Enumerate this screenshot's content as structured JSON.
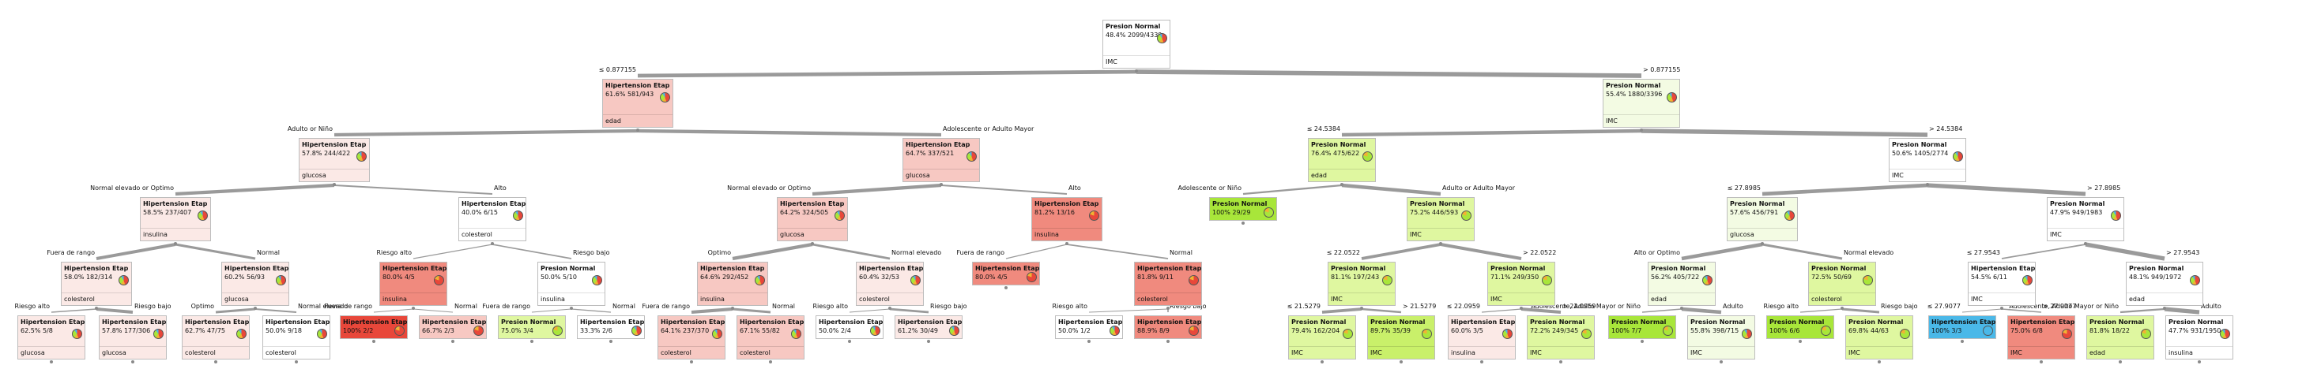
{
  "colors": {
    "pn_light": "#f3fbe3",
    "pn_mid": "#dff7a0",
    "pn_strong": "#c9f06a",
    "pn_full": "#a8e63a",
    "he_light": "#fbe9e6",
    "he_mid": "#f7c8c2",
    "he_strong": "#f08a7e",
    "he_full": "#e8473a",
    "blue": "#4ab8e8",
    "edge": "#9a9a9a"
  },
  "nodes": [
    {
      "id": "n0",
      "title": "Presion Normal",
      "stats": "48.4% 2099/4339",
      "var": "IMC",
      "color": "white",
      "pie": "mix"
    },
    {
      "id": "n1",
      "title": "Hipertension Etap",
      "stats": "61.6% 581/943",
      "var": "edad",
      "color": "he_mid",
      "pie": "mix",
      "parent": "n0",
      "edge": "≤ 0.877155"
    },
    {
      "id": "n2",
      "title": "Presion Normal",
      "stats": "55.4% 1880/3396",
      "var": "IMC",
      "color": "pn_light",
      "pie": "mix",
      "parent": "n0",
      "edge": "> 0.877155"
    },
    {
      "id": "n3",
      "title": "Hipertension Etap",
      "stats": "57.8% 244/422",
      "var": "glucosa",
      "color": "he_light",
      "pie": "mix",
      "parent": "n1",
      "edge": "Adulto or Niño"
    },
    {
      "id": "n4",
      "title": "Hipertension Etap",
      "stats": "64.7% 337/521",
      "var": "glucosa",
      "color": "he_mid",
      "pie": "mix",
      "parent": "n1",
      "edge": "Adolescente or Adulto Mayor"
    },
    {
      "id": "n5",
      "title": "Presion Normal",
      "stats": "76.4% 475/622",
      "var": "edad",
      "color": "pn_mid",
      "pie": "green",
      "parent": "n2",
      "edge": "≤ 24.5384"
    },
    {
      "id": "n6",
      "title": "Presion Normal",
      "stats": "50.6% 1405/2774",
      "var": "IMC",
      "color": "white",
      "pie": "mix",
      "parent": "n2",
      "edge": "> 24.5384"
    },
    {
      "id": "n7",
      "title": "Hipertension Etap",
      "stats": "58.5% 237/407",
      "var": "insulina",
      "color": "he_light",
      "pie": "mix",
      "parent": "n3",
      "edge": "Normal elevado or Optimo"
    },
    {
      "id": "n8",
      "title": "Hipertension Etap",
      "stats": "40.0% 6/15",
      "var": "colesterol",
      "color": "white",
      "pie": "mix",
      "parent": "n3",
      "edge": "Alto"
    },
    {
      "id": "n9",
      "title": "Hipertension Etap",
      "stats": "64.2% 324/505",
      "var": "glucosa",
      "color": "he_mid",
      "pie": "mix",
      "parent": "n4",
      "edge": "Normal elevado or Optimo"
    },
    {
      "id": "n10",
      "title": "Hipertension Etap",
      "stats": "81.2% 13/16",
      "var": "insulina",
      "color": "he_strong",
      "pie": "red",
      "parent": "n4",
      "edge": "Alto"
    },
    {
      "id": "n11",
      "title": "Presion Normal",
      "stats": "100% 29/29",
      "var": "",
      "color": "pn_full",
      "pie": "green",
      "parent": "n5",
      "edge": "Adolescente or Niño"
    },
    {
      "id": "n12",
      "title": "Presion Normal",
      "stats": "75.2% 446/593",
      "var": "IMC",
      "color": "pn_mid",
      "pie": "green",
      "parent": "n5",
      "edge": "Adulto or Adulto Mayor"
    },
    {
      "id": "n13",
      "title": "Presion Normal",
      "stats": "57.6% 456/791",
      "var": "glucosa",
      "color": "pn_light",
      "pie": "mix",
      "parent": "n6",
      "edge": "≤ 27.8985"
    },
    {
      "id": "n14",
      "title": "Presion Normal",
      "stats": "47.9% 949/1983",
      "var": "IMC",
      "color": "white",
      "pie": "mix",
      "parent": "n6",
      "edge": "> 27.8985"
    },
    {
      "id": "n15",
      "title": "Hipertension Etap",
      "stats": "58.0% 182/314",
      "var": "colesterol",
      "color": "he_light",
      "pie": "mix",
      "parent": "n7",
      "edge": "Fuera de rango"
    },
    {
      "id": "n16",
      "title": "Hipertension Etap",
      "stats": "60.2% 56/93",
      "var": "glucosa",
      "color": "he_light",
      "pie": "mix",
      "parent": "n7",
      "edge": "Normal"
    },
    {
      "id": "n17",
      "title": "Hipertension Etap",
      "stats": "80.0% 4/5",
      "var": "insulina",
      "color": "he_strong",
      "pie": "red",
      "parent": "n8",
      "edge": "Riesgo alto"
    },
    {
      "id": "n18",
      "title": "Presion Normal",
      "stats": "50.0% 5/10",
      "var": "insulina",
      "color": "white",
      "pie": "mix",
      "parent": "n8",
      "edge": "Riesgo bajo"
    },
    {
      "id": "n19",
      "title": "Hipertension Etap",
      "stats": "64.6% 292/452",
      "var": "insulina",
      "color": "he_mid",
      "pie": "mix",
      "parent": "n9",
      "edge": "Optimo"
    },
    {
      "id": "n20",
      "title": "Hipertension Etap",
      "stats": "60.4% 32/53",
      "var": "colesterol",
      "color": "he_light",
      "pie": "mix",
      "parent": "n9",
      "edge": "Normal elevado"
    },
    {
      "id": "n21",
      "title": "Hipertension Etap",
      "stats": "80.0% 4/5",
      "var": "",
      "color": "he_strong",
      "pie": "red",
      "parent": "n10",
      "edge": "Fuera de rango"
    },
    {
      "id": "n22",
      "title": "Hipertension Etap",
      "stats": "81.8% 9/11",
      "var": "colesterol",
      "color": "he_strong",
      "pie": "red",
      "parent": "n10",
      "edge": "Normal"
    },
    {
      "id": "n23",
      "title": "Presion Normal",
      "stats": "81.1% 197/243",
      "var": "IMC",
      "color": "pn_mid",
      "pie": "green",
      "parent": "n12",
      "edge": "≤ 22.0522"
    },
    {
      "id": "n24",
      "title": "Presion Normal",
      "stats": "71.1% 249/350",
      "var": "IMC",
      "color": "pn_mid",
      "pie": "green",
      "parent": "n12",
      "edge": "> 22.0522"
    },
    {
      "id": "n25",
      "title": "Presion Normal",
      "stats": "56.2% 405/722",
      "var": "edad",
      "color": "pn_light",
      "pie": "mix",
      "parent": "n13",
      "edge": "Alto or Optimo"
    },
    {
      "id": "n26",
      "title": "Presion Normal",
      "stats": "72.5% 50/69",
      "var": "colesterol",
      "color": "pn_mid",
      "pie": "green",
      "parent": "n13",
      "edge": "Normal elevado"
    },
    {
      "id": "n27",
      "title": "Hipertension Etap",
      "stats": "54.5% 6/11",
      "var": "IMC",
      "color": "white",
      "pie": "mix",
      "parent": "n14",
      "edge": "≤ 27.9543"
    },
    {
      "id": "n28",
      "title": "Presion Normal",
      "stats": "48.1% 949/1972",
      "var": "edad",
      "color": "white",
      "pie": "mix",
      "parent": "n14",
      "edge": "> 27.9543"
    },
    {
      "id": "n29",
      "title": "Hipertension Etap",
      "stats": "62.5% 5/8",
      "var": "glucosa",
      "color": "he_light",
      "pie": "mix",
      "parent": "n15",
      "edge": "Riesgo alto"
    },
    {
      "id": "n30",
      "title": "Hipertension Etap",
      "stats": "57.8% 177/306",
      "var": "glucosa",
      "color": "he_light",
      "pie": "mix",
      "parent": "n15",
      "edge": "Riesgo bajo"
    },
    {
      "id": "n31",
      "title": "Hipertension Etap",
      "stats": "62.7% 47/75",
      "var": "colesterol",
      "color": "he_light",
      "pie": "mix",
      "parent": "n16",
      "edge": "Optimo"
    },
    {
      "id": "n32",
      "title": "Hipertension Etap",
      "stats": "50.0% 9/18",
      "var": "colesterol",
      "color": "white",
      "pie": "mix",
      "parent": "n16",
      "edge": "Normal elevado"
    },
    {
      "id": "n33",
      "title": "Hipertension Etap",
      "stats": "100% 2/2",
      "var": "",
      "color": "he_full",
      "pie": "red",
      "parent": "n17",
      "edge": "Fuera de rango"
    },
    {
      "id": "n34",
      "title": "Hipertension Etap",
      "stats": "66.7% 2/3",
      "var": "",
      "color": "he_mid",
      "pie": "red",
      "parent": "n17",
      "edge": "Normal"
    },
    {
      "id": "n35",
      "title": "Presion Normal",
      "stats": "75.0% 3/4",
      "var": "",
      "color": "pn_mid",
      "pie": "green",
      "parent": "n18",
      "edge": "Fuera de rango"
    },
    {
      "id": "n36",
      "title": "Hipertension Etap",
      "stats": "33.3% 2/6",
      "var": "",
      "color": "white",
      "pie": "mix",
      "parent": "n18",
      "edge": "Normal"
    },
    {
      "id": "n37",
      "title": "Hipertension Etap",
      "stats": "64.1% 237/370",
      "var": "colesterol",
      "color": "he_mid",
      "pie": "mix",
      "parent": "n19",
      "edge": "Fuera de rango"
    },
    {
      "id": "n38",
      "title": "Hipertension Etap",
      "stats": "67.1% 55/82",
      "var": "colesterol",
      "color": "he_mid",
      "pie": "mix",
      "parent": "n19",
      "edge": "Normal"
    },
    {
      "id": "n39",
      "title": "Hipertension Etap",
      "stats": "50.0% 2/4",
      "var": "",
      "color": "white",
      "pie": "mix",
      "parent": "n20",
      "edge": "Riesgo alto"
    },
    {
      "id": "n40",
      "title": "Hipertension Etap",
      "stats": "61.2% 30/49",
      "var": "",
      "color": "he_light",
      "pie": "mix",
      "parent": "n20",
      "edge": "Riesgo bajo"
    },
    {
      "id": "n41",
      "title": "Hipertension Etap",
      "stats": "50.0% 1/2",
      "var": "",
      "color": "white",
      "pie": "mix",
      "parent": "n22",
      "edge": "Riesgo alto"
    },
    {
      "id": "n42",
      "title": "Hipertension Etap",
      "stats": "88.9% 8/9",
      "var": "",
      "color": "he_strong",
      "pie": "red",
      "parent": "n22",
      "edge": "Riesgo bajo"
    },
    {
      "id": "n43",
      "title": "Presion Normal",
      "stats": "79.4% 162/204",
      "var": "IMC",
      "color": "pn_mid",
      "pie": "green",
      "parent": "n23",
      "edge": "≤ 21.5279"
    },
    {
      "id": "n44",
      "title": "Presion Normal",
      "stats": "89.7% 35/39",
      "var": "IMC",
      "color": "pn_strong",
      "pie": "green",
      "parent": "n23",
      "edge": "> 21.5279"
    },
    {
      "id": "n45",
      "title": "Hipertension Etap",
      "stats": "60.0% 3/5",
      "var": "insulina",
      "color": "he_light",
      "pie": "mix",
      "parent": "n24",
      "edge": "≤ 22.0959"
    },
    {
      "id": "n46",
      "title": "Presion Normal",
      "stats": "72.2% 249/345",
      "var": "IMC",
      "color": "pn_mid",
      "pie": "green",
      "parent": "n24",
      "edge": "> 22.0959"
    },
    {
      "id": "n47",
      "title": "Presion Normal",
      "stats": "100% 7/7",
      "var": "",
      "color": "pn_full",
      "pie": "green",
      "parent": "n25",
      "edge": "Adolescente, Adulto Mayor or Niño"
    },
    {
      "id": "n48",
      "title": "Presion Normal",
      "stats": "55.8% 398/715",
      "var": "IMC",
      "color": "pn_light",
      "pie": "mix",
      "parent": "n25",
      "edge": "Adulto"
    },
    {
      "id": "n49",
      "title": "Presion Normal",
      "stats": "100% 6/6",
      "var": "",
      "color": "pn_full",
      "pie": "green",
      "parent": "n26",
      "edge": "Riesgo alto"
    },
    {
      "id": "n50",
      "title": "Presion Normal",
      "stats": "69.8% 44/63",
      "var": "IMC",
      "color": "pn_mid",
      "pie": "green",
      "parent": "n26",
      "edge": "Riesgo bajo"
    },
    {
      "id": "n51",
      "title": "Hipertension Etap",
      "stats": "100% 3/3",
      "var": "",
      "color": "blue",
      "pie": "blue",
      "parent": "n27",
      "edge": "≤ 27.9077"
    },
    {
      "id": "n52",
      "title": "Hipertension Etap",
      "stats": "75.0% 6/8",
      "var": "IMC",
      "color": "he_strong",
      "pie": "red",
      "parent": "n27",
      "edge": "> 27.9077"
    },
    {
      "id": "n53",
      "title": "Presion Normal",
      "stats": "81.8% 18/22",
      "var": "edad",
      "color": "pn_mid",
      "pie": "green",
      "parent": "n28",
      "edge": "Adolescente, Adulto Mayor or Niño"
    },
    {
      "id": "n54",
      "title": "Presion Normal",
      "stats": "47.7% 931/1950",
      "var": "insulina",
      "color": "white",
      "pie": "mix",
      "parent": "n28",
      "edge": "Adulto"
    }
  ]
}
